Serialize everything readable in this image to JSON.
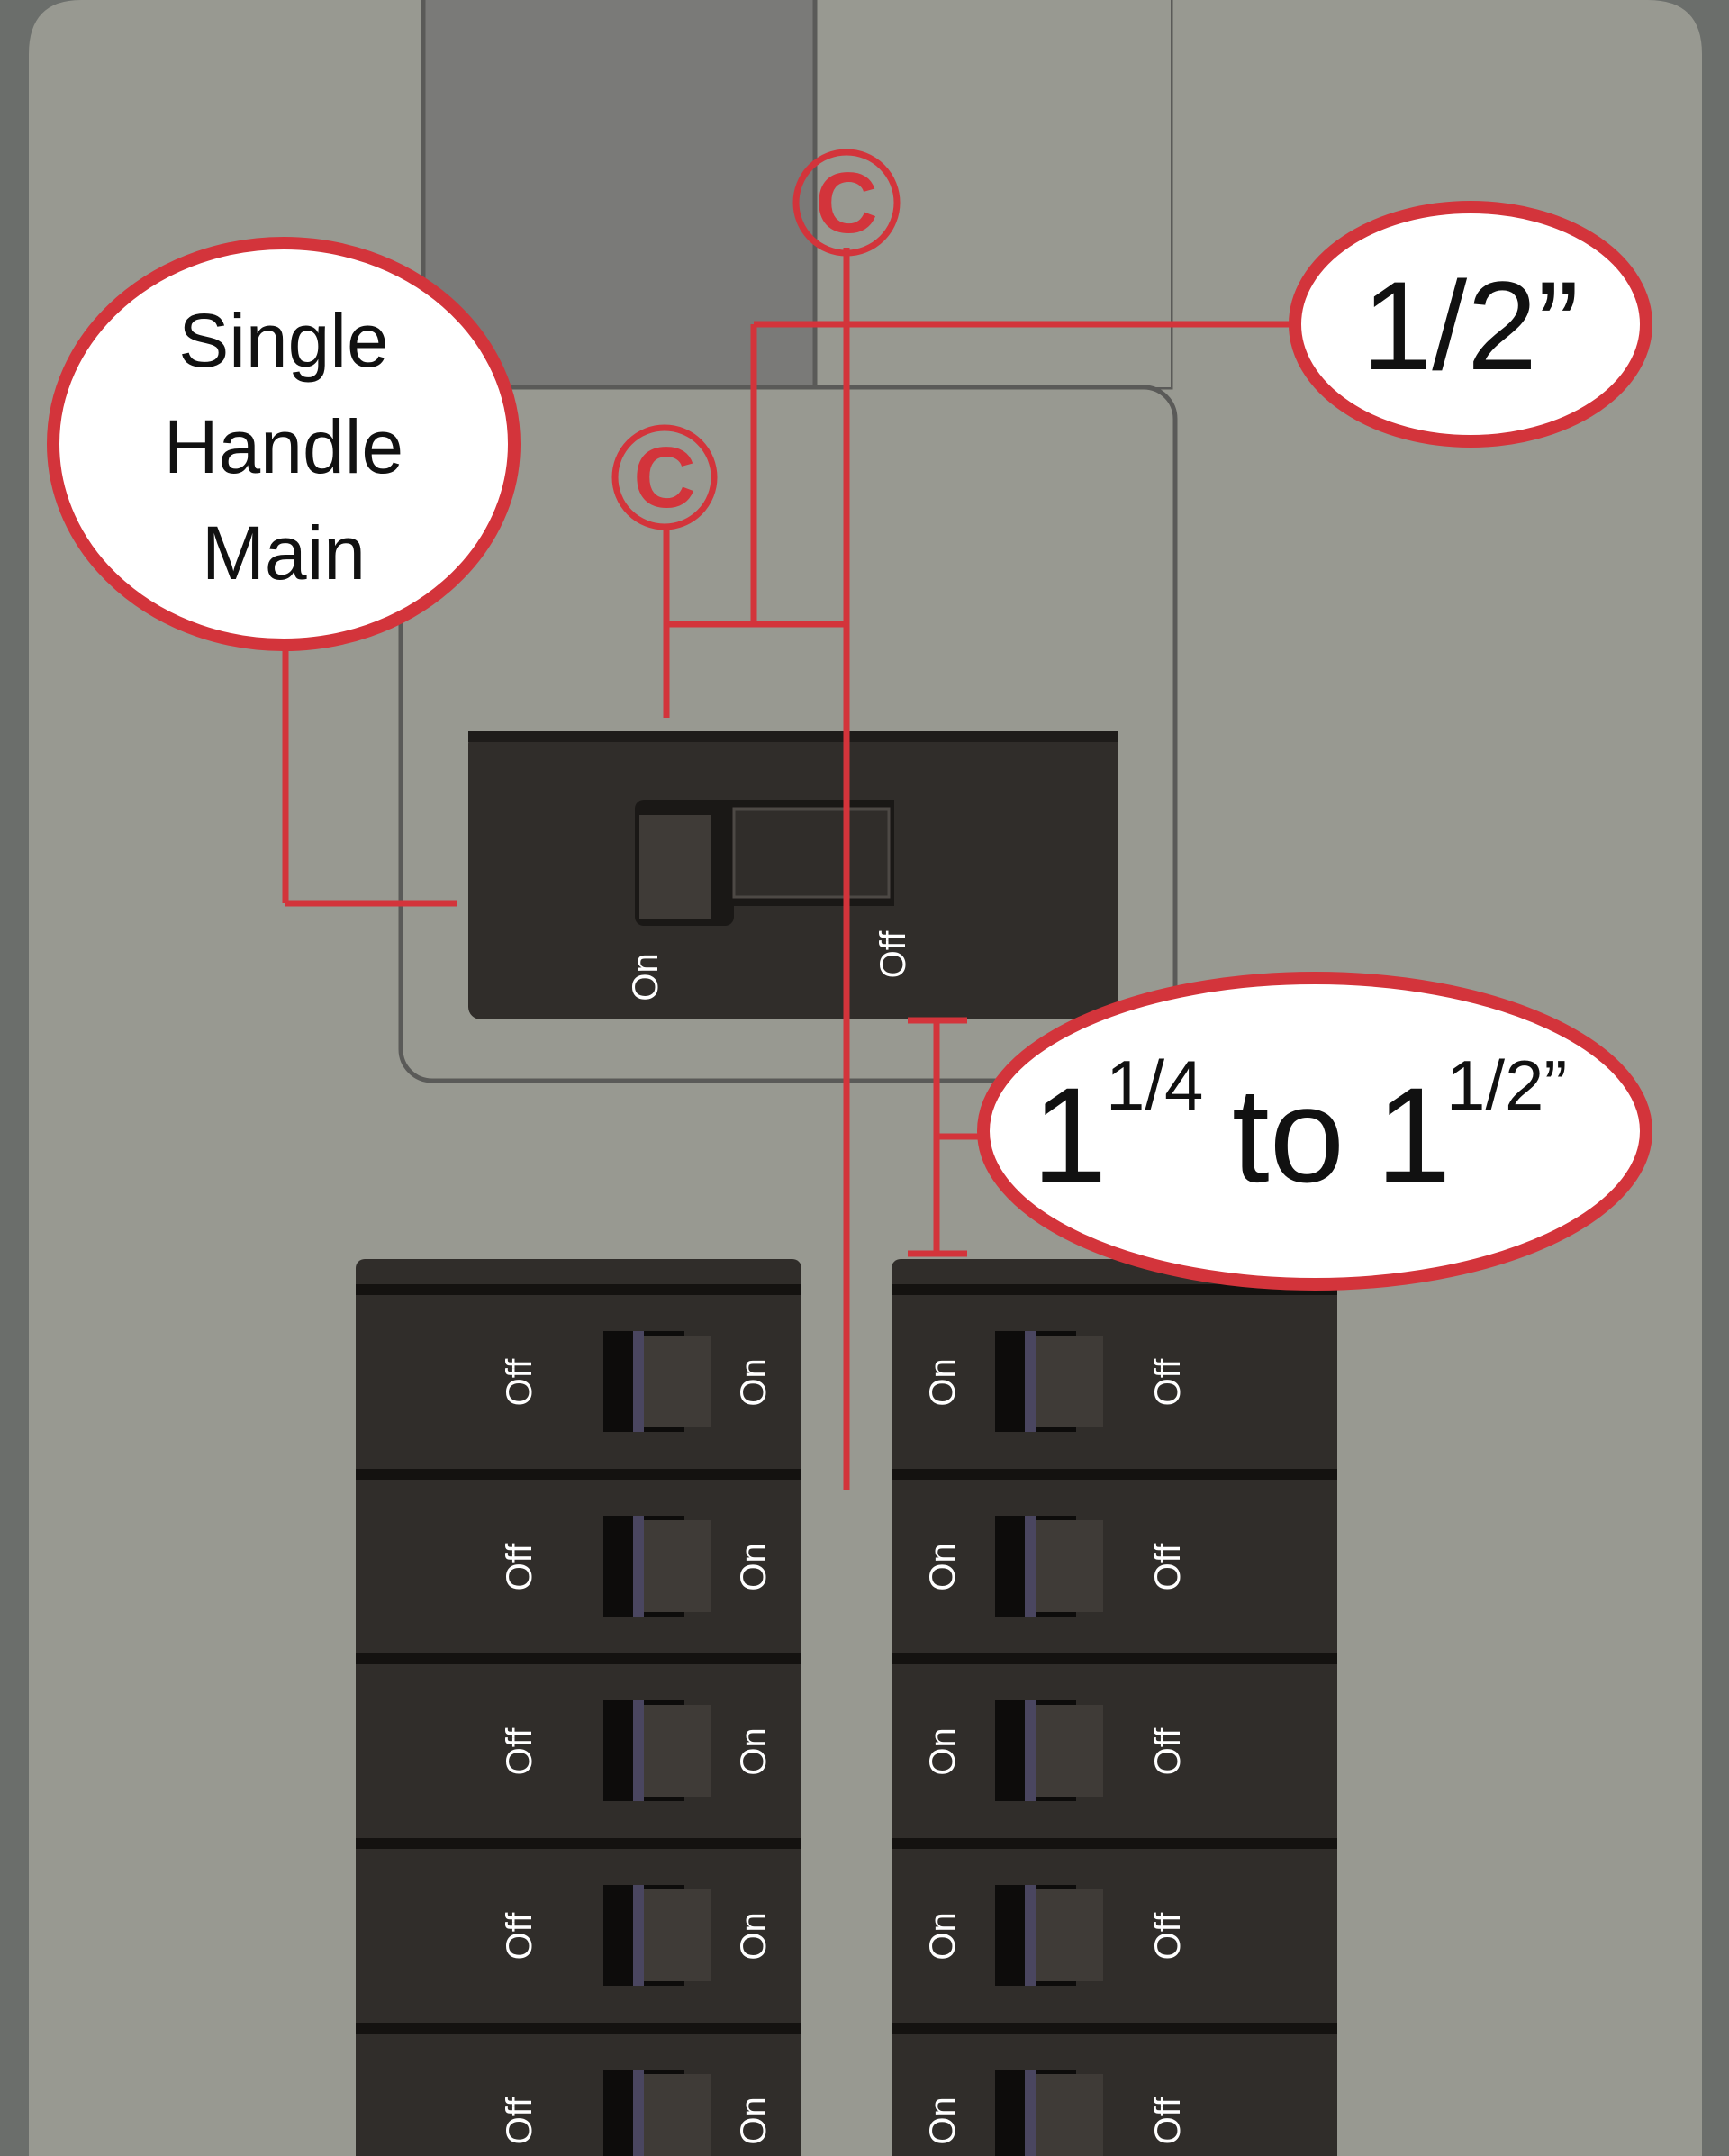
{
  "colors": {
    "outer": "#6b6e6b",
    "panel": "#989991",
    "slot": "#7a7a78",
    "breaker": "#302d2a",
    "handle": "#3f3b37",
    "accent": "#d3343b",
    "stripe": "#4a4660"
  },
  "callouts": {
    "main_label_line1": "Single",
    "main_label_line2": "Handle",
    "main_label_line3": "Main",
    "half_inch": "1/2”",
    "gap_whole1": "1",
    "gap_frac1": "1/4",
    "gap_to": "to",
    "gap_whole2": "1",
    "gap_frac2": "1/2”",
    "center_mark": "C"
  },
  "main_breaker": {
    "on_label": "On",
    "off_label": "Off"
  },
  "left_column": [
    {
      "off": "Off",
      "on": "On"
    },
    {
      "off": "Off",
      "on": "On"
    },
    {
      "off": "Off",
      "on": "On"
    },
    {
      "off": "Off",
      "on": "On"
    },
    {
      "off": "Off",
      "on": "On"
    }
  ],
  "right_column": [
    {
      "on": "On",
      "off": "Off"
    },
    {
      "on": "On",
      "off": "Off"
    },
    {
      "on": "On",
      "off": "Off"
    },
    {
      "on": "On",
      "off": "Off"
    },
    {
      "on": "On",
      "off": "Off"
    }
  ]
}
